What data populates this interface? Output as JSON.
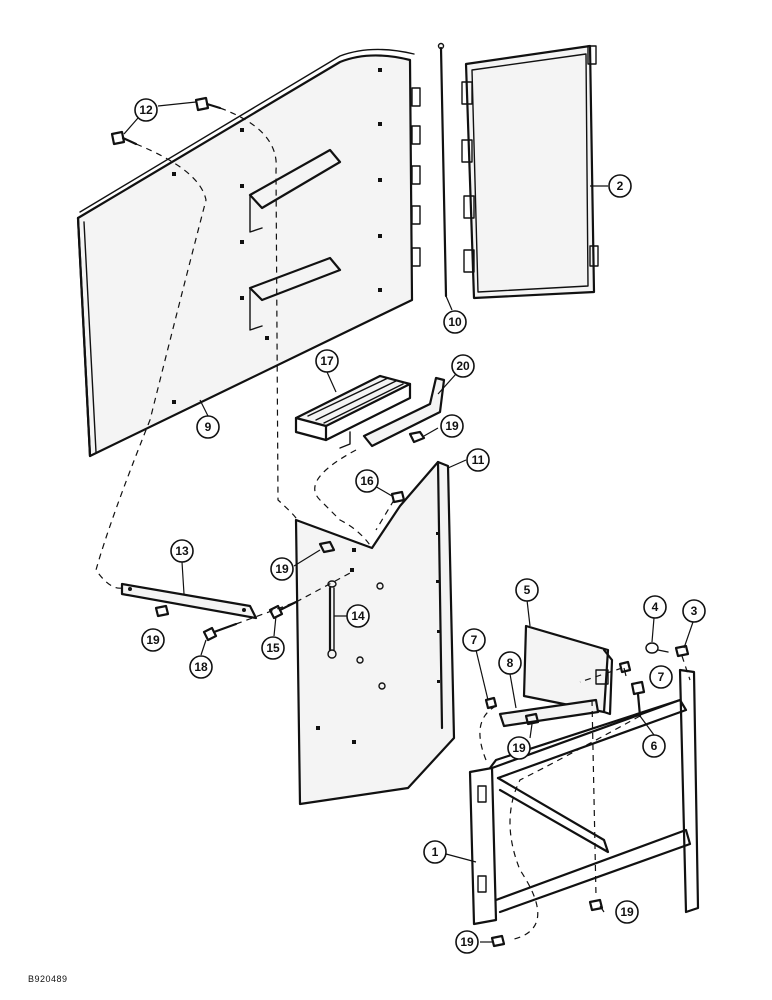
{
  "diagram": {
    "document_id": "B920489",
    "callouts": [
      {
        "label": "12"
      },
      {
        "label": "2"
      },
      {
        "label": "10"
      },
      {
        "label": "9"
      },
      {
        "label": "17"
      },
      {
        "label": "20"
      },
      {
        "label": "19"
      },
      {
        "label": "16"
      },
      {
        "label": "11"
      },
      {
        "label": "13"
      },
      {
        "label": "19"
      },
      {
        "label": "14"
      },
      {
        "label": "15"
      },
      {
        "label": "18"
      },
      {
        "label": "19"
      },
      {
        "label": "5"
      },
      {
        "label": "4"
      },
      {
        "label": "3"
      },
      {
        "label": "7"
      },
      {
        "label": "8"
      },
      {
        "label": "7"
      },
      {
        "label": "6"
      },
      {
        "label": "19"
      },
      {
        "label": "1"
      },
      {
        "label": "19"
      },
      {
        "label": "19"
      }
    ]
  }
}
